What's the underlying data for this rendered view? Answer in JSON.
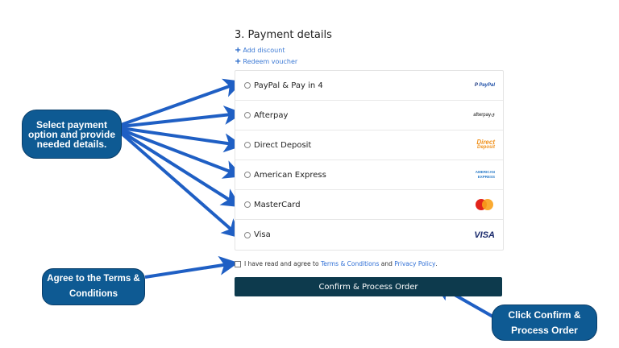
{
  "section": {
    "title": "3. Payment details",
    "links": [
      {
        "icon": "plus-icon",
        "label": "Add discount"
      },
      {
        "icon": "plus-icon",
        "label": "Redeem voucher"
      }
    ]
  },
  "payment_methods": [
    {
      "label": "PayPal & Pay in 4",
      "logo": "PayPal",
      "selected": false
    },
    {
      "label": "Afterpay",
      "logo": "afterpay",
      "selected": false
    },
    {
      "label": "Direct Deposit",
      "logo_line1": "Direct",
      "logo_line2": "Deposit",
      "selected": false
    },
    {
      "label": "American Express",
      "logo_line1": "AMERICAN",
      "logo_line2": "EXPRESS",
      "selected": false
    },
    {
      "label": "MasterCard",
      "logo": "MasterCard",
      "selected": false
    },
    {
      "label": "Visa",
      "logo": "VISA",
      "selected": false
    }
  ],
  "terms": {
    "prefix": "I have read and agree to ",
    "terms_link": "Terms & Conditions",
    "middle": " and ",
    "privacy_link": "Privacy Policy",
    "suffix": ".",
    "checked": false
  },
  "confirm_button": {
    "label": "Confirm & Process Order"
  },
  "callouts": {
    "select_payment": "Select payment option and provide needed details.",
    "agree_terms": "Agree to the Terms & Conditions",
    "click_confirm": "Click  Confirm & Process Order"
  },
  "colors": {
    "callout_bg": "#0e5a93",
    "arrow": "#1f5fc4",
    "button_bg": "#0d3a4d",
    "link": "#2f6fd6"
  }
}
